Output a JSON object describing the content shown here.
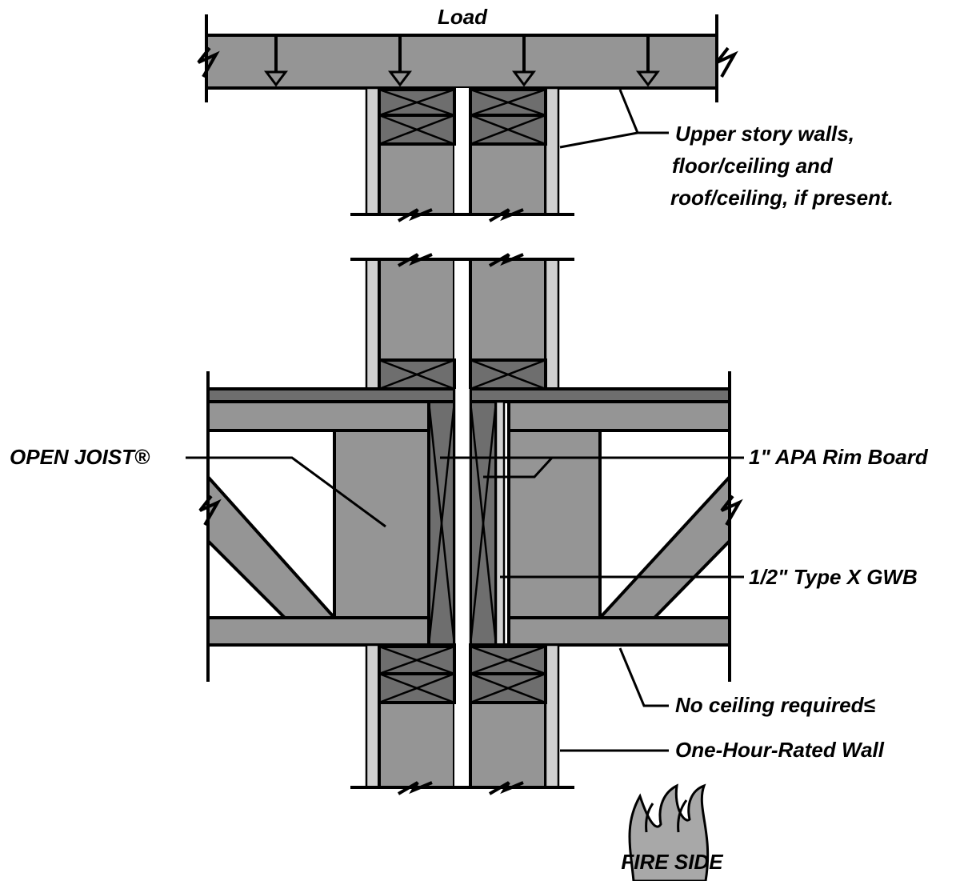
{
  "labels": {
    "load": "Load",
    "upper_story": [
      "Upper story walls,",
      "floor/ceiling and",
      "roof/ceiling, if present."
    ],
    "open_joist": "OPEN JOIST®",
    "rim_board": "1\" APA Rim Board",
    "gwb": "1/2\" Type X GWB",
    "no_ceiling": "No ceiling required≤",
    "rated_wall": "One-Hour-Rated Wall",
    "fire_side": "FIRE SIDE"
  },
  "colors": {
    "member_gray": "#959595",
    "dark_gray": "#6e6e6e",
    "gwb_light": "#d0d0d0",
    "flame": "#a8a8a8"
  },
  "icons": [
    "load-arrow-icon",
    "break-mark-icon",
    "flame-icon"
  ]
}
